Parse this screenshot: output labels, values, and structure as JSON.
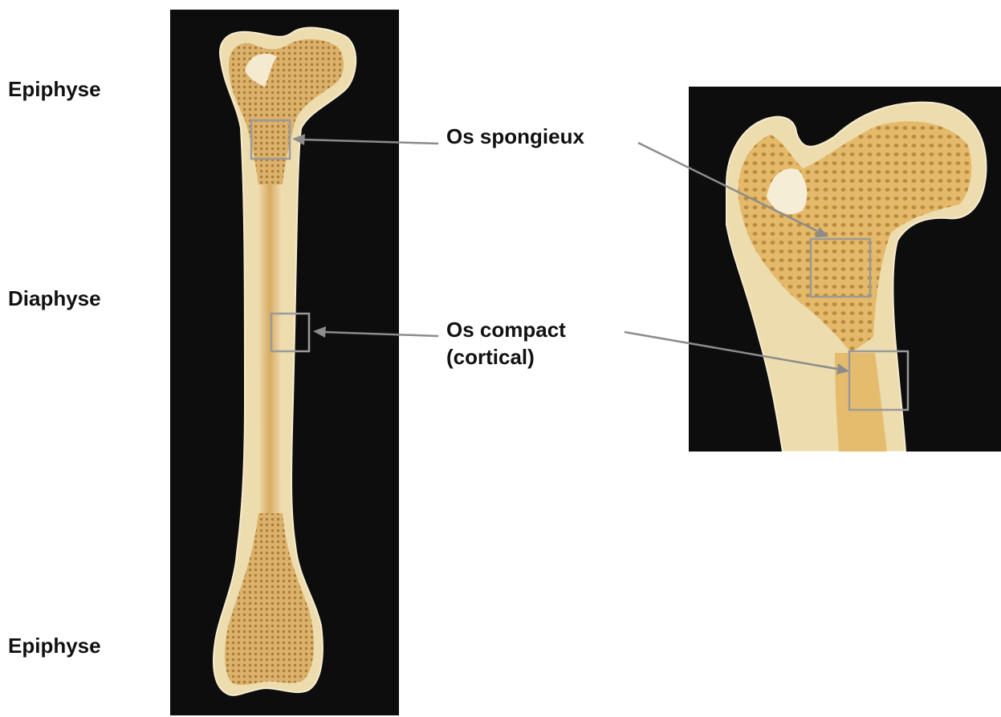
{
  "labels": {
    "epiphyse_top": "Epiphyse",
    "diaphyse": "Diaphyse",
    "epiphyse_bottom": "Epiphyse",
    "os_spongieux": "Os spongieux",
    "os_compact_line1": "Os compact",
    "os_compact_line2": "(cortical)"
  },
  "colors": {
    "background": "#ffffff",
    "photo_background": "#0d0d0d",
    "bone": "#e8cf9a",
    "bone_inner": "#d4a55c",
    "arrow": "#8c8c8c",
    "box": "#9a9a9a",
    "text": "#111111"
  },
  "figures": [
    {
      "name": "femur-longitudinal-section",
      "description": "whole femur cut lengthwise"
    },
    {
      "name": "femoral-head-closeup",
      "description": "enlarged proximal epiphysis"
    }
  ]
}
